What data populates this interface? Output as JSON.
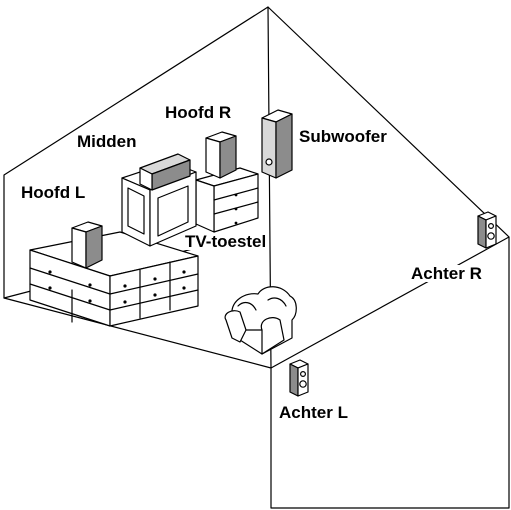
{
  "labels": {
    "hoofd_r": "Hoofd R",
    "midden": "Midden",
    "subwoofer": "Subwoofer",
    "hoofd_l": "Hoofd L",
    "tv": "TV-toestel",
    "achter_r": "Achter R",
    "achter_l": "Achter L"
  },
  "colors": {
    "line": "#000000",
    "speaker_gray": "#d9d9d9",
    "speaker_dark": "#8c8c8c",
    "background": "#ffffff"
  }
}
